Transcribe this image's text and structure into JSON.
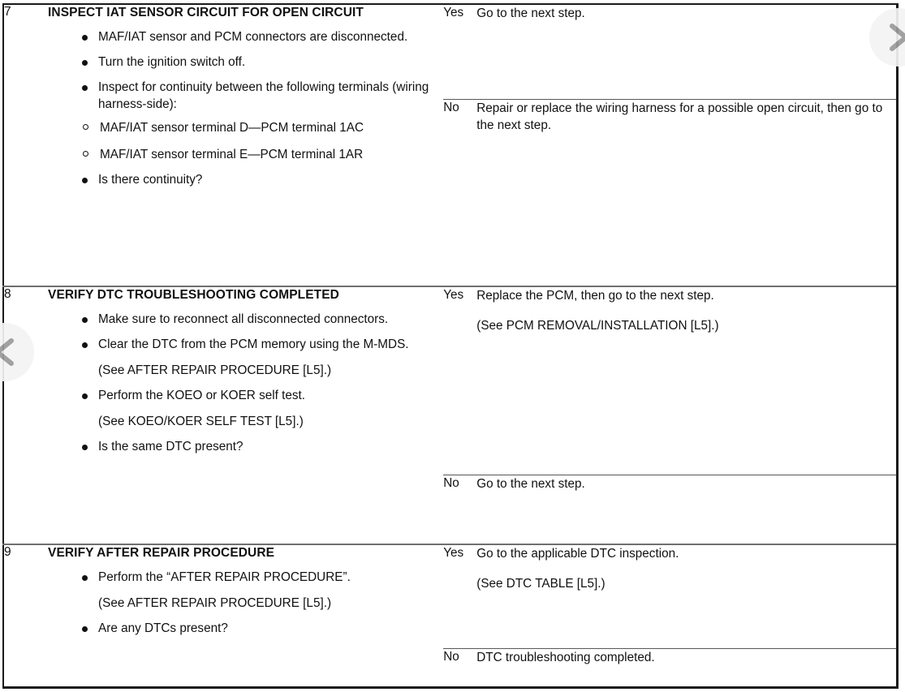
{
  "table": {
    "columns": [
      "step",
      "action-and-description",
      "answer",
      "result"
    ],
    "rows": [
      {
        "step": "7",
        "title": "INSPECT IAT SENSOR CIRCUIT FOR OPEN CIRCUIT",
        "bullets": [
          "MAF/IAT sensor and PCM connectors are disconnected.",
          "Turn the ignition switch off.",
          "Inspect for continuity between the following terminals (wiring harness-side):"
        ],
        "subbullets": [
          "MAF/IAT sensor terminal D—PCM terminal 1AC",
          "MAF/IAT sensor terminal E—PCM terminal 1AR"
        ],
        "question": "Is there continuity?",
        "yes_label": "Yes",
        "yes_result": [
          "Go to the next step."
        ],
        "no_label": "No",
        "no_result": [
          "Repair or replace the wiring harness for a possible open circuit, then go to the next step."
        ]
      },
      {
        "step": "8",
        "title": "VERIFY DTC TROUBLESHOOTING COMPLETED",
        "bullets": [
          "Make sure to reconnect all disconnected connectors.",
          "Clear the DTC from the PCM memory using the M-MDS."
        ],
        "note_after_bullet2": "(See AFTER REPAIR PROCEDURE [L5].)",
        "bullet3": "Perform the KOEO or KOER self test.",
        "note_after_bullet3": "(See KOEO/KOER SELF TEST [L5].)",
        "question": "Is the same DTC present?",
        "yes_label": "Yes",
        "yes_result": [
          "Replace the PCM, then go to the next step.",
          "(See PCM REMOVAL/INSTALLATION [L5].)"
        ],
        "no_label": "No",
        "no_result": [
          "Go to the next step."
        ]
      },
      {
        "step": "9",
        "title": "VERIFY AFTER REPAIR PROCEDURE",
        "bullet1": "Perform the “AFTER REPAIR PROCEDURE”.",
        "note_after_bullet1": "(See AFTER REPAIR PROCEDURE [L5].)",
        "question": "Are any DTCs present?",
        "yes_label": "Yes",
        "yes_result": [
          "Go to the applicable DTC inspection.",
          "(See DTC TABLE [L5].)"
        ],
        "no_label": "No",
        "no_result": [
          "DTC troubleshooting completed."
        ]
      }
    ]
  },
  "navigation": {
    "next_icon": "chevron-right-icon",
    "prev_icon": "chevron-left-icon",
    "next_label": "Next page",
    "prev_label": "Previous page"
  },
  "colors": {
    "page_background": "#ffffff",
    "text": "#111111",
    "outer_border": "#1a1a1a",
    "inner_rule": "#58585a",
    "row_rule": "#6f6f6f",
    "arrow_circle": "#f4f4f4",
    "arrow_glyph": "#9a9a9a"
  }
}
